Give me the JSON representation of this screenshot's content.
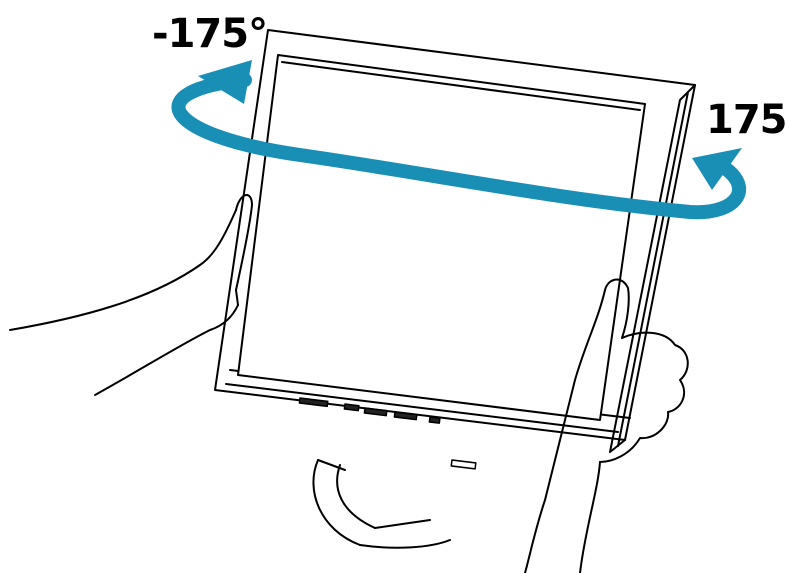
{
  "rotation": {
    "min_label": "-175°",
    "max_label": "175°"
  },
  "colors": {
    "arrow": "#1a8fb5",
    "outline": "#000000",
    "background": "#ffffff"
  },
  "icons": {
    "rotation_arrow": "circular-rotation-arrow",
    "monitor": "flat-panel-monitor",
    "hands": "hands-holding-monitor"
  }
}
